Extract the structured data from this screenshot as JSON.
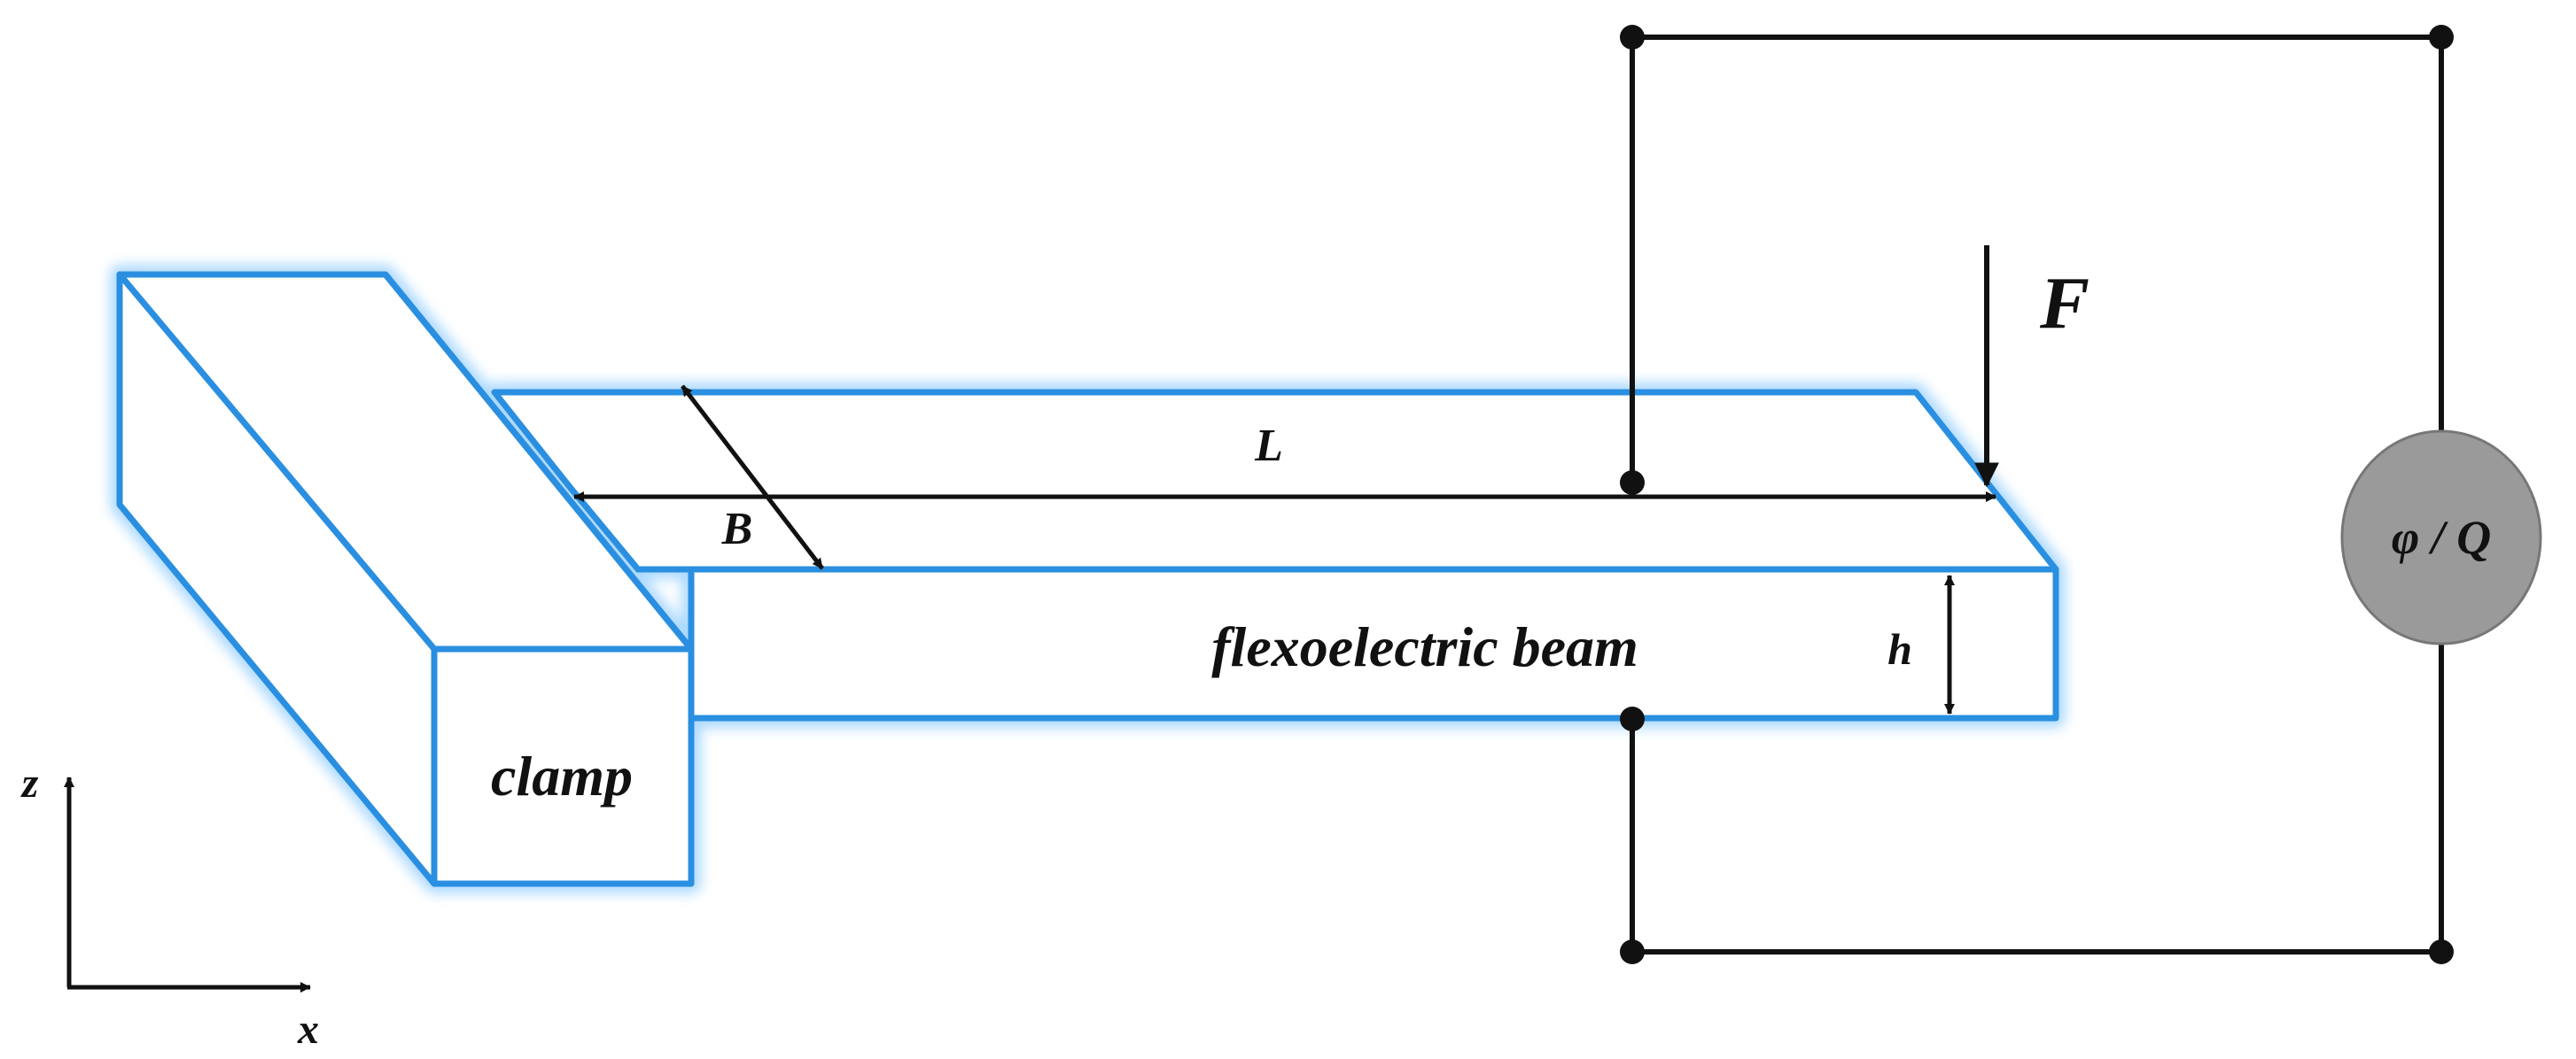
{
  "labels": {
    "force": "F",
    "length": "L",
    "width": "B",
    "height": "h",
    "beam": "flexoelectric beam",
    "clamp": "clamp",
    "meter": "φ / Q",
    "axis_z": "z",
    "axis_x": "x"
  },
  "colors": {
    "outline": "#2a8fe0",
    "glow": "#9fd3ff",
    "wire": "#111111",
    "meter_fill": "#9a9a9a"
  }
}
